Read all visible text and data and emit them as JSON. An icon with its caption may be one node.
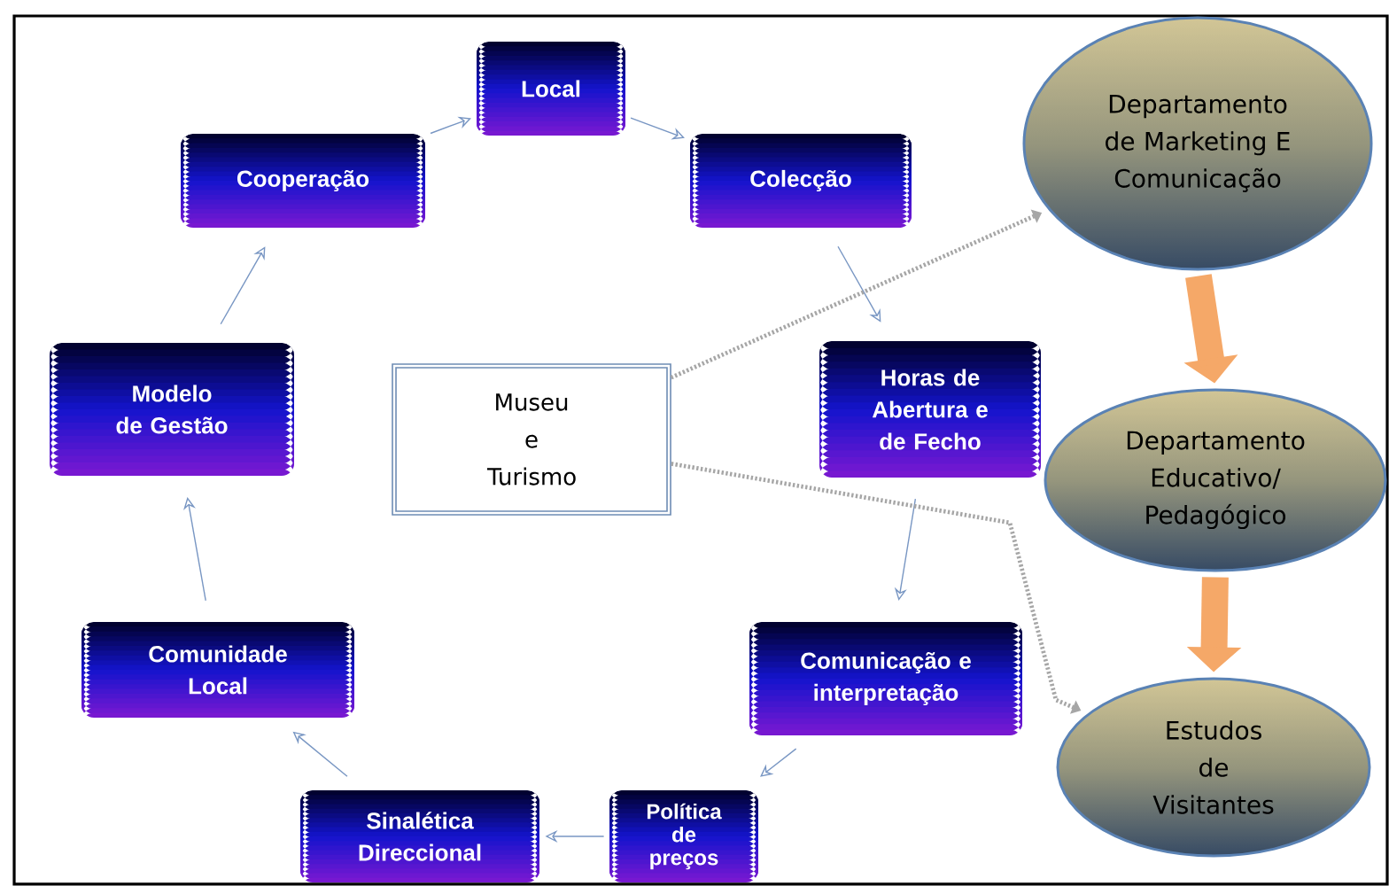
{
  "diagram": {
    "nodes": [
      {
        "text": [
          "Local"
        ]
      },
      {
        "text": [
          "Colecção"
        ]
      },
      {
        "text": [
          "Horas de Abertura e de Fecho"
        ]
      },
      {
        "text": [
          "Comunicação e interpretação"
        ]
      },
      {
        "text": [
          "Política de preços"
        ]
      },
      {
        "text": [
          "Sinalética Direccional"
        ]
      },
      {
        "text": [
          "Comunidade Local"
        ]
      },
      {
        "text": [
          "Modelo de Gestão"
        ]
      },
      {
        "text": [
          "Cooperação"
        ]
      },
      {
        "text": [
          "Museu e Turismo"
        ]
      },
      {
        "text": [
          "Departamento de Marketing E Comunicação"
        ]
      },
      {
        "text": [
          "Departamento Educativo/ Pedagógico"
        ]
      },
      {
        "text": [
          "Estudos de Visitantes"
        ]
      }
    ],
    "edges": [
      {
        "from": 0,
        "to": 1,
        "arrow": "to"
      },
      {
        "from": 1,
        "to": 2,
        "arrow": "to"
      },
      {
        "from": 2,
        "to": 3,
        "arrow": "to"
      },
      {
        "from": 3,
        "to": 4,
        "arrow": "to"
      },
      {
        "from": 4,
        "to": 5,
        "arrow": "to"
      },
      {
        "from": 5,
        "to": 6,
        "arrow": "to"
      },
      {
        "from": 6,
        "to": 7,
        "arrow": "to"
      },
      {
        "from": 7,
        "to": 8,
        "arrow": "to"
      },
      {
        "from": 8,
        "to": 0,
        "arrow": "to"
      },
      {
        "from": 9,
        "to": 10,
        "arrow": "to",
        "style": "dashed",
        "color": "#a6a6a6"
      },
      {
        "from": 9,
        "to": 12,
        "arrow": "to",
        "style": "dashed",
        "color": "#a6a6a6"
      },
      {
        "from": 10,
        "to": 11,
        "arrow": "to",
        "style": "thick",
        "color": "#f5a868"
      },
      {
        "from": 11,
        "to": 12,
        "arrow": "to",
        "style": "thick",
        "color": "#f5a868"
      }
    ]
  }
}
